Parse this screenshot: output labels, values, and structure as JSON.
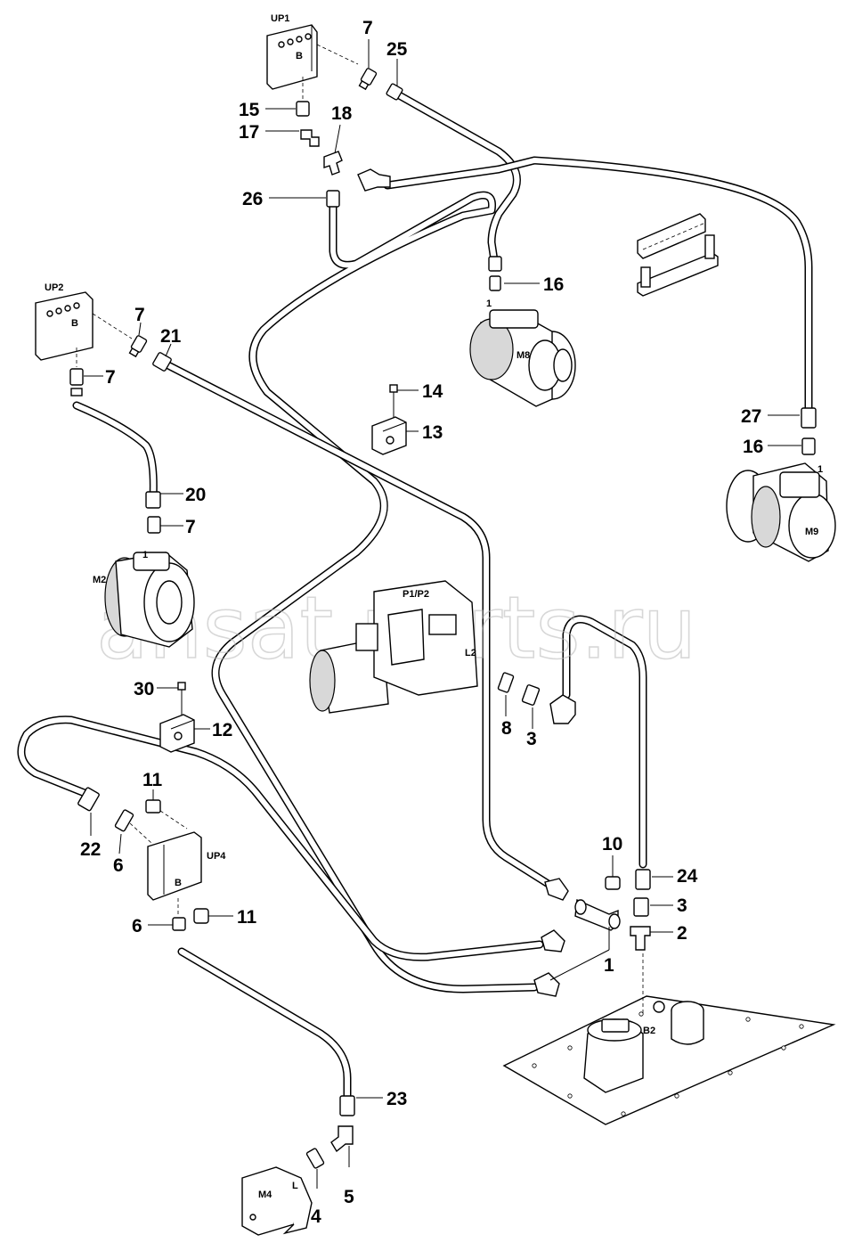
{
  "callouts": [
    {
      "id": "c-7a",
      "text": "7"
    },
    {
      "id": "c-25",
      "text": "25"
    },
    {
      "id": "c-15",
      "text": "15"
    },
    {
      "id": "c-17",
      "text": "17"
    },
    {
      "id": "c-18",
      "text": "18"
    },
    {
      "id": "c-26",
      "text": "26"
    },
    {
      "id": "c-16a",
      "text": "16"
    },
    {
      "id": "c-7b",
      "text": "7"
    },
    {
      "id": "c-21",
      "text": "21"
    },
    {
      "id": "c-7c",
      "text": "7"
    },
    {
      "id": "c-14",
      "text": "14"
    },
    {
      "id": "c-13",
      "text": "13"
    },
    {
      "id": "c-27",
      "text": "27"
    },
    {
      "id": "c-16b",
      "text": "16"
    },
    {
      "id": "c-20",
      "text": "20"
    },
    {
      "id": "c-7d",
      "text": "7"
    },
    {
      "id": "c-30",
      "text": "30"
    },
    {
      "id": "c-12",
      "text": "12"
    },
    {
      "id": "c-8",
      "text": "8"
    },
    {
      "id": "c-3a",
      "text": "3"
    },
    {
      "id": "c-11a",
      "text": "11"
    },
    {
      "id": "c-22",
      "text": "22"
    },
    {
      "id": "c-6a",
      "text": "6"
    },
    {
      "id": "c-10",
      "text": "10"
    },
    {
      "id": "c-24",
      "text": "24"
    },
    {
      "id": "c-3b",
      "text": "3"
    },
    {
      "id": "c-6b",
      "text": "6"
    },
    {
      "id": "c-11b",
      "text": "11"
    },
    {
      "id": "c-2",
      "text": "2"
    },
    {
      "id": "c-1",
      "text": "1"
    },
    {
      "id": "c-23",
      "text": "23"
    },
    {
      "id": "c-5",
      "text": "5"
    },
    {
      "id": "c-4",
      "text": "4"
    }
  ],
  "tags": {
    "up1": "UP1",
    "up1_b": "B",
    "up2": "UP2",
    "up2_b": "B",
    "up4": "UP4",
    "up4_b": "B",
    "m8": "M8",
    "m8_port": "1",
    "m9": "M9",
    "m9_port": "1",
    "m2": "M2",
    "m2_port": "1",
    "m4": "M4",
    "m4_port": "L",
    "p1p2": "P1/P2",
    "l2": "L2",
    "b2": "B2"
  },
  "watermark": "ansat parts.ru"
}
